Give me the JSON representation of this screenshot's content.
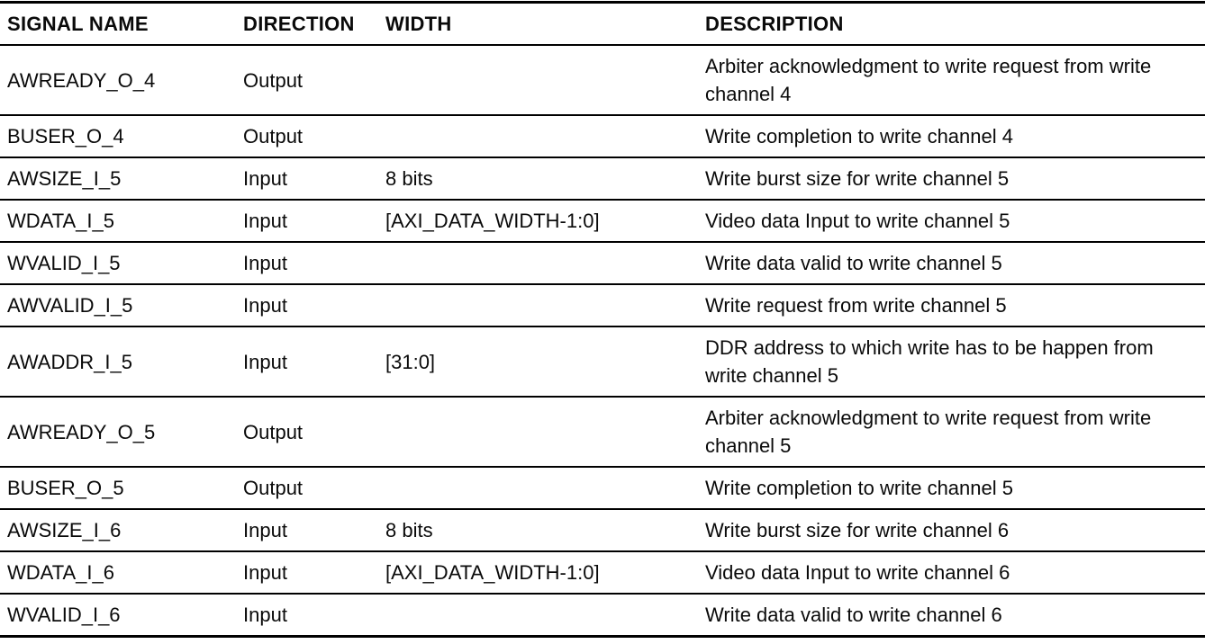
{
  "colors": {
    "text": "#000000",
    "rules": "#000000",
    "background": "#ffffff"
  },
  "table": {
    "columns": [
      {
        "key": "signal",
        "label": "SIGNAL NAME"
      },
      {
        "key": "direction",
        "label": "DIRECTION"
      },
      {
        "key": "width",
        "label": "WIDTH"
      },
      {
        "key": "description",
        "label": "DESCRIPTION"
      }
    ],
    "rows": [
      {
        "signal": "AWREADY_O_4",
        "direction": "Output",
        "width": "",
        "description": "Arbiter acknowledgment to write request from write channel 4"
      },
      {
        "signal": "BUSER_O_4",
        "direction": "Output",
        "width": "",
        "description": "Write completion to write channel 4"
      },
      {
        "signal": "AWSIZE_I_5",
        "direction": "Input",
        "width": "8 bits",
        "description": "Write burst size for write channel 5"
      },
      {
        "signal": "WDATA_I_5",
        "direction": "Input",
        "width": "[AXI_DATA_WIDTH-1:0]",
        "description": "Video data Input to write channel 5"
      },
      {
        "signal": "WVALID_I_5",
        "direction": "Input",
        "width": "",
        "description": "Write data valid to write channel 5"
      },
      {
        "signal": "AWVALID_I_5",
        "direction": "Input",
        "width": "",
        "description": "Write request from write channel 5"
      },
      {
        "signal": "AWADDR_I_5",
        "direction": "Input",
        "width": "[31:0]",
        "description": "DDR address to which write has to be happen from write channel 5"
      },
      {
        "signal": "AWREADY_O_5",
        "direction": "Output",
        "width": "",
        "description": "Arbiter acknowledgment to write request from write channel 5"
      },
      {
        "signal": "BUSER_O_5",
        "direction": "Output",
        "width": "",
        "description": "Write completion to write channel 5"
      },
      {
        "signal": "AWSIZE_I_6",
        "direction": "Input",
        "width": "8 bits",
        "description": "Write burst size for write channel 6"
      },
      {
        "signal": "WDATA_I_6",
        "direction": "Input",
        "width": "[AXI_DATA_WIDTH-1:0]",
        "description": "Video data Input to write channel 6"
      },
      {
        "signal": "WVALID_I_6",
        "direction": "Input",
        "width": "",
        "description": "Write data valid to write channel 6"
      }
    ]
  }
}
